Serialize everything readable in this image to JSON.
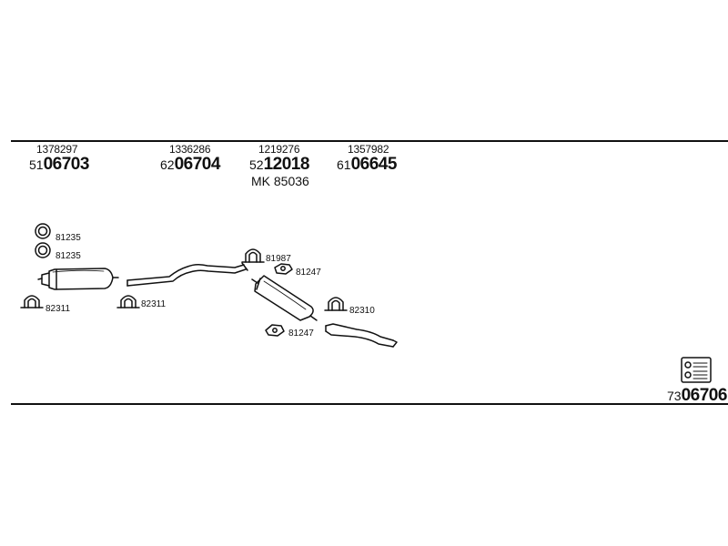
{
  "parts": [
    {
      "oe": "1378297",
      "prefix": "51",
      "main": "06703"
    },
    {
      "oe": "1336286",
      "prefix": "62",
      "main": "06704"
    },
    {
      "oe": "1219276",
      "prefix": "52",
      "main": "12018",
      "mk": "MK  85036"
    },
    {
      "oe": "1357982",
      "prefix": "61",
      "main": "06645"
    }
  ],
  "labels": {
    "ring_top": "81235",
    "ring_bottom": "81235",
    "clamp_left": "82311",
    "clamp_mid": "82311",
    "clamp_upper": "81987",
    "gasket_upper": "81247",
    "clamp_right": "82310",
    "gasket_lower": "81247"
  },
  "kit": {
    "prefix": "73",
    "main": "06706"
  },
  "icons": [
    "kit-icon"
  ]
}
